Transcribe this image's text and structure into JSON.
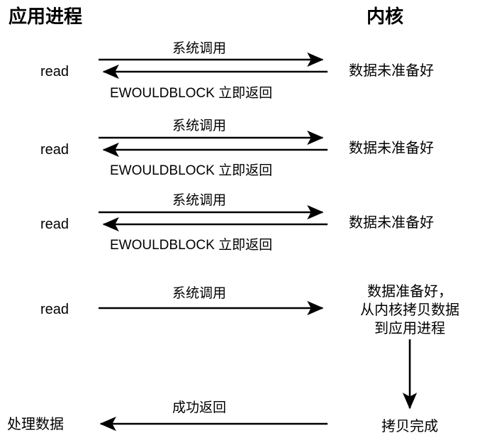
{
  "columns": {
    "left_title": "应用进程",
    "right_title": "内核"
  },
  "labels": {
    "read": "read",
    "process_data": "处理数据",
    "syscall": "系统调用",
    "ewouldblock": "EWOULDBLOCK 立即返回",
    "data_not_ready": "数据未准备好",
    "success_return": "成功返回",
    "copy_done": "拷贝完成",
    "data_ready_line1": "数据准备好，",
    "data_ready_line2": "从内核拷贝数据",
    "data_ready_line3": "到应用进程"
  },
  "rounds": [
    {
      "call_label": "read",
      "request_label": "系统调用",
      "response_label": "EWOULDBLOCK 立即返回",
      "kernel_state": "数据未准备好"
    },
    {
      "call_label": "read",
      "request_label": "系统调用",
      "response_label": "EWOULDBLOCK 立即返回",
      "kernel_state": "数据未准备好"
    },
    {
      "call_label": "read",
      "request_label": "系统调用",
      "response_label": "EWOULDBLOCK 立即返回",
      "kernel_state": "数据未准备好"
    }
  ],
  "final_round": {
    "call_label": "read",
    "request_label": "系统调用",
    "kernel_state_lines": [
      "数据准备好，",
      "从内核拷贝数据",
      "到应用进程"
    ],
    "copy_done": "拷贝完成",
    "return_label": "成功返回",
    "result_label": "处理数据"
  },
  "colors": {
    "background": "#ffffff",
    "ink": "#000000"
  }
}
